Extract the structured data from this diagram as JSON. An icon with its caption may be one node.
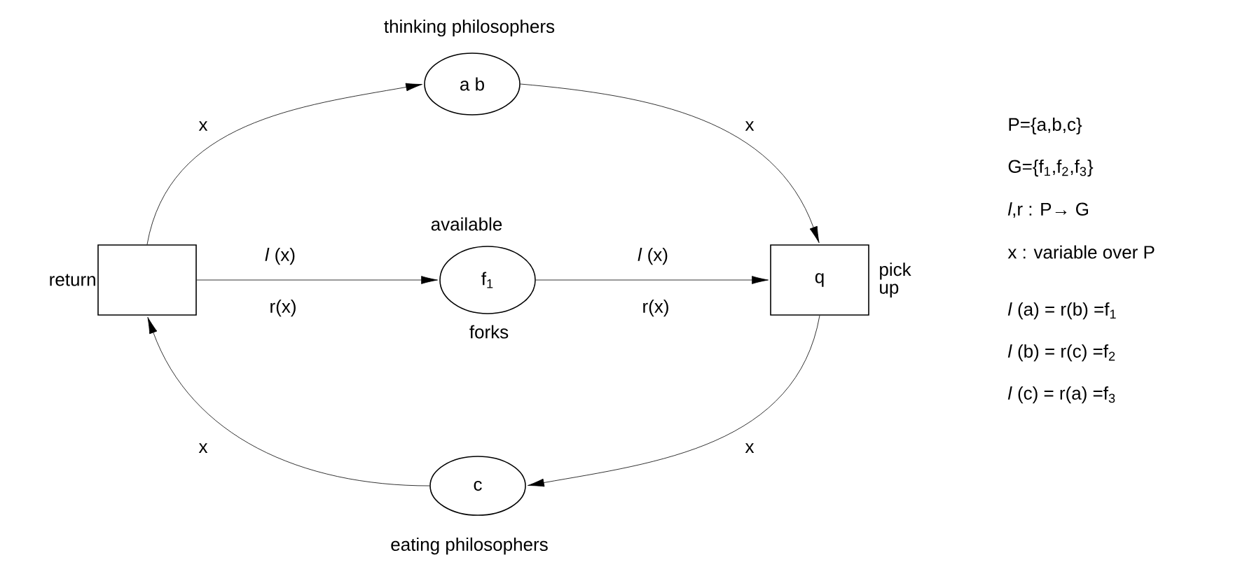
{
  "diagram": {
    "nodes": [
      {
        "text": [],
        "shape": "box",
        "beside": [
          "return"
        ]
      },
      {
        "text": [
          "a b"
        ],
        "beside": [
          "thinking philosophers"
        ]
      },
      {
        "text": [
          "f$_{1}$"
        ],
        "beside": [
          "available",
          "forks"
        ]
      },
      {
        "text": [
          "q"
        ],
        "beside": [
          "pick up"
        ]
      },
      {
        "text": [
          "c"
        ],
        "beside": [
          "eating philosophers"
        ]
      }
    ],
    "edges": [
      {
        "from": 0,
        "to": 1,
        "arrow": "to",
        "label": "x"
      },
      {
        "from": 1,
        "to": 3,
        "arrow": "to",
        "label": "x"
      },
      {
        "from": 0,
        "to": 2,
        "arrow": "to",
        "label": "*l* (x)"
      },
      {
        "from": 2,
        "to": 3,
        "arrow": "to",
        "label": "*l* (x)"
      },
      {
        "from": 3,
        "to": 4,
        "arrow": "to",
        "label": "x"
      },
      {
        "from": 4,
        "to": 0,
        "arrow": "to",
        "label": "x"
      }
    ],
    "labels": [
      "r(x)",
      "r(x)",
      "P={a,b,c}",
      "G={f$_{1}$,f$_{2}$,f$_{3}$}",
      "*l*,r : P→ G",
      "x : variable over P",
      "*l* (a) =  r(b) =f$_{1}$",
      "*l* (b) =  r(c) =f$_{2}$",
      "*l* (c) =  r(a) =f$_{3}$"
    ]
  }
}
